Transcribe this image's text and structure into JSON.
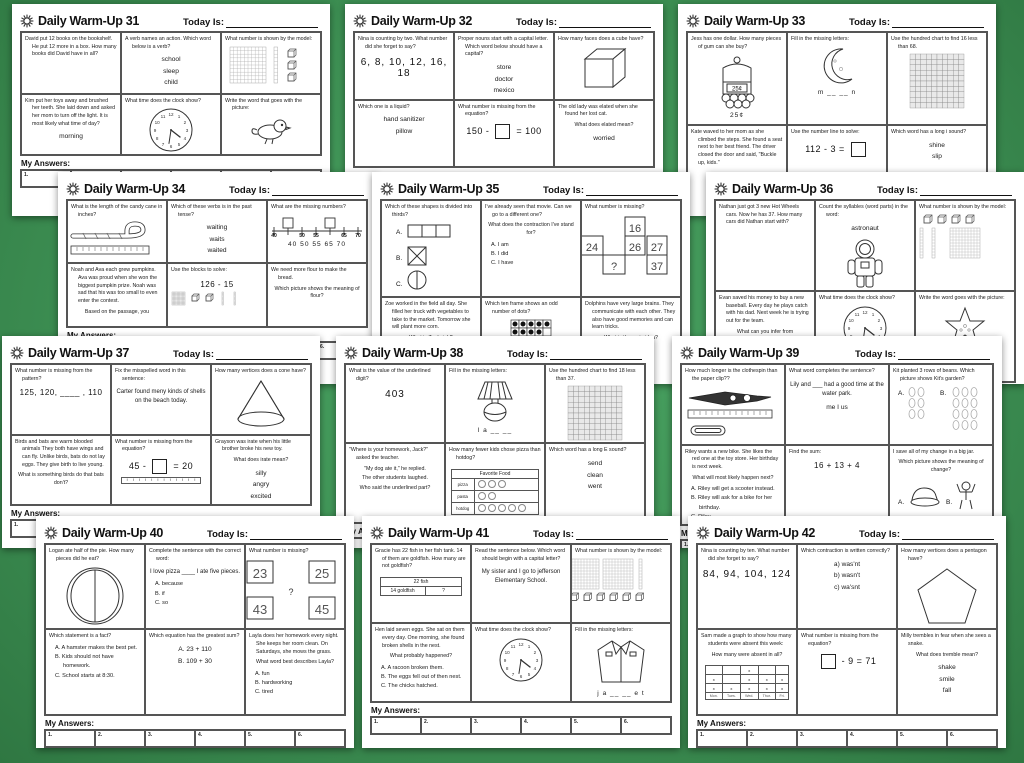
{
  "background_color": "#3e9154",
  "sheet_common": {
    "today_label": "Today Is:",
    "answers_label": "My Answers:",
    "answer_numbers": [
      "1.",
      "2.",
      "3.",
      "4.",
      "5.",
      "6."
    ],
    "sun_icon": "sun-icon"
  },
  "sheets": [
    {
      "id": "warmup-31",
      "title": "Daily Warm-Up 31",
      "questions": [
        {
          "n": "1.",
          "text": "David put 12 books on the bookshelf. He put 12 more in a box. How many books did David have in all?",
          "art": "none"
        },
        {
          "n": "2.",
          "text": "A verb names an action. Which word below is a verb?",
          "choices": [
            "school",
            "sleep",
            "child"
          ]
        },
        {
          "n": "3.",
          "text": "What number is shown by the model:",
          "art": "base-ten-1hundred-1ten-3ones"
        },
        {
          "n": "4.",
          "text": "Kim put her toys away and brushed her teeth. She laid down and asked her mom to turn off the light. It is most likely what time of day?",
          "choices": [
            "morning"
          ]
        },
        {
          "n": "5.",
          "text": "What time does the clock show?",
          "art": "clock"
        },
        {
          "n": "6.",
          "text": "Write the word that goes with the picture:",
          "art": "bird"
        }
      ]
    },
    {
      "id": "warmup-32",
      "title": "Daily Warm-Up 32",
      "questions": [
        {
          "n": "1.",
          "text": "Nina is counting by two. What number did she forget to say?",
          "bignum": "6, 8, 10, 12, 16, 18"
        },
        {
          "n": "2.",
          "text": "Proper nouns start with a capital letter. Which word below should have a capital?",
          "choices": [
            "store",
            "doctor",
            "mexico"
          ]
        },
        {
          "n": "3.",
          "text": "How many faces does a cube have?",
          "art": "cube"
        },
        {
          "n": "4.",
          "text": "Which one is a liquid?",
          "choices": [
            "hand sanitizer",
            "pillow"
          ]
        },
        {
          "n": "5.",
          "text": "What number is missing from the equation?",
          "equation": "150 - □ = 100"
        },
        {
          "n": "6.",
          "text": "The old lady was elated when she found her lost cat.",
          "sub": "What does elated mean?",
          "choices": [
            "worried"
          ]
        }
      ]
    },
    {
      "id": "warmup-33",
      "title": "Daily Warm-Up 33",
      "questions": [
        {
          "n": "1.",
          "text": "Jess has one dollar. How many pieces of gum can she buy?",
          "art": "gumball-machine",
          "art_label": "25¢"
        },
        {
          "n": "2.",
          "text": "Fill in the missing letters:",
          "art": "moon",
          "art_label": "m __ __ n"
        },
        {
          "n": "3.",
          "text": "Use the hundred chart to find 16 less than 68.",
          "art": "hundred-chart"
        },
        {
          "n": "4.",
          "text": "Kate waved to her mom as she climbed the steps. She found a seat next to her best friend. The driver closed the door and said, \"Buckle up, kids.\""
        },
        {
          "n": "5.",
          "text": "Use the number line to solve:",
          "equation": "112 - 3 = □"
        },
        {
          "n": "6.",
          "text": "Which word has a long i sound?",
          "choices": [
            "shine",
            "slip"
          ]
        }
      ]
    },
    {
      "id": "warmup-34",
      "title": "Daily Warm-Up 34",
      "questions": [
        {
          "n": "1.",
          "text": "What is the length of the candy cane in inches?",
          "art": "candy-cane-ruler"
        },
        {
          "n": "2.",
          "text": "Which of these verbs is in the past tense?",
          "choices": [
            "waiting",
            "waits",
            "waited"
          ]
        },
        {
          "n": "3.",
          "text": "What are the missing numbers?",
          "art": "number-line-45-70",
          "art_label": "40  50  55  65  70"
        },
        {
          "n": "4.",
          "text": "Noah and Ava each grew pumpkins. Ava was proud when she won the biggest pumpkin prize. Noah was sad that his was too small to even enter the contest.",
          "sub": "Based on the passage, you"
        },
        {
          "n": "5.",
          "text": "Use the blocks to solve:",
          "midnum": "126 - 15",
          "art": "base-ten-blocks"
        },
        {
          "n": "6.",
          "text": "We need more flour to make the bread.",
          "sub": "Which picture shows the meaning of flour?"
        }
      ]
    },
    {
      "id": "warmup-35",
      "title": "Daily Warm-Up 35",
      "questions": [
        {
          "n": "1.",
          "text": "Which of these shapes is divided into thirds?",
          "art": "shape-thirds-abc"
        },
        {
          "n": "2.",
          "text": "I've already seen that movie. Can we go to a different one?",
          "sub": "What does the contraction I've stand for?",
          "choices_l": [
            "A. I am",
            "B. I did",
            "C. I have"
          ]
        },
        {
          "n": "3.",
          "text": "What number is missing?",
          "art": "number-puzzle-24-16-26-27-37"
        },
        {
          "n": "4.",
          "text": "Zoe worked in the field all day. She filled her truck with vegetables to take to the market. Tomorrow she will plant more corn.",
          "sub": "What is Zoe's job?"
        },
        {
          "n": "5.",
          "text": "Which ten frame shows an odd number of dots?",
          "art": "ten-frame-9dots",
          "art_label": "A."
        },
        {
          "n": "6.",
          "text": "Dolphins have very large brains. They communicate with each other. They also have good memories and can learn tricks.",
          "sub": "What is the main idea?"
        }
      ]
    },
    {
      "id": "warmup-36",
      "title": "Daily Warm-Up 36",
      "questions": [
        {
          "n": "1.",
          "text": "Nathan just got 3 new Hot Wheels cars. Now he has 37. How many cars did Nathan start with?"
        },
        {
          "n": "2.",
          "text": "Count the syllables (word parts) in the word:",
          "word": "astronaut",
          "art": "astronaut"
        },
        {
          "n": "3.",
          "text": "What number is shown by the model:",
          "art": "base-ten-2tens-1hundred-4ones"
        },
        {
          "n": "4.",
          "text": "Evan saved his money to buy a new baseball. Every day he plays catch with his dad. Next week he is trying out for the team.",
          "sub": "What can you infer from"
        },
        {
          "n": "5.",
          "text": "What time does the clock show?",
          "art": "clock"
        },
        {
          "n": "6.",
          "text": "Write the word goes with the picture:",
          "art": "star"
        }
      ]
    },
    {
      "id": "warmup-37",
      "title": "Daily Warm-Up 37",
      "questions": [
        {
          "n": "1.",
          "text": "What number is missing from the pattern?",
          "midnum": "125, 120, ____ , 110"
        },
        {
          "n": "2.",
          "text": "Fix the misspelled word in this sentence:",
          "sentence": "Carter found meny kinds of shells on the beach today."
        },
        {
          "n": "3.",
          "text": "How many vertices does a cone have?",
          "art": "cone"
        },
        {
          "n": "4.",
          "text": "Birds and bats are warm blooded animals They both have wings and can fly. Unlike birds, bats do not lay eggs. They give birth to live young.",
          "sub": "What is something birds do that bats don't?"
        },
        {
          "n": "5.",
          "text": "What number is missing from the equation?",
          "equation": "45 - □ = 20",
          "art": "ruler"
        },
        {
          "n": "6.",
          "text": "Grayson was irate when his little brother broke his new toy.",
          "sub": "What does irate mean?",
          "choices": [
            "silly",
            "angry",
            "excited"
          ]
        }
      ]
    },
    {
      "id": "warmup-38",
      "title": "Daily Warm-Up 38",
      "questions": [
        {
          "n": "1.",
          "text": "What is the value of the underlined digit?",
          "bignum": "403"
        },
        {
          "n": "2.",
          "text": "Fill in the missing letters:",
          "art": "lamp",
          "art_label": "l a __ __"
        },
        {
          "n": "3.",
          "text": "Use the hundred chart to find 18 less than 37.",
          "art": "hundred-chart"
        },
        {
          "n": "4.",
          "text": "\"Where is your homework, Jack?\" asked the teacher.",
          "sub": "\"My dog ate it,\" he replied.",
          "sub2": "The other students laughed.",
          "sub3": "Who said the underlined part?"
        },
        {
          "n": "5.",
          "text": "How many fewer kids chose pizza than hotdog?",
          "art": "favorite-food-table",
          "table_title": "Favorite Food",
          "table_rows": [
            [
              "pizza",
              3
            ],
            [
              "pasta",
              2
            ],
            [
              "hotdog",
              5
            ]
          ]
        },
        {
          "n": "6.",
          "text": "Which word has a long E sound?",
          "choices": [
            "send",
            "clean",
            "went"
          ]
        }
      ]
    },
    {
      "id": "warmup-39",
      "title": "Daily Warm-Up 39",
      "questions": [
        {
          "n": "1.",
          "text": "How much longer is the clothespin than the paper clip??",
          "art": "clothespin-ruler-clip"
        },
        {
          "n": "2.",
          "text": "What word completes the sentence?",
          "sentence": "Lily and ___ had a good time at the water park.",
          "choices": [
            "me     I     us"
          ]
        },
        {
          "n": "3.",
          "text": "Kit planted 3 rows of beans. Which picture shows Kit's garden?",
          "art": "bean-rows-ab"
        },
        {
          "n": "4.",
          "text": "Riley wants a new bike. She likes the red one at the toy store. Her birthday is next week.",
          "sub": "What will most likely happen next?",
          "choices_l": [
            "A.  Riley will get a scooter instead.",
            "B.  Riley will ask for a bike for her birthday.",
            "C.  Riley"
          ]
        },
        {
          "n": "5.",
          "text": "Find the sum:",
          "midnum": "16 + 13 + 4"
        },
        {
          "n": "6.",
          "text": "I save all of my change in a big jar.",
          "sub": "Which picture shows the meaning of change?",
          "art": "change-ab"
        }
      ]
    },
    {
      "id": "warmup-40",
      "title": "Daily Warm-Up 40",
      "questions": [
        {
          "n": "1.",
          "text": "Logan ate half of the pie. How many pieces did he eat?",
          "art": "pie-half"
        },
        {
          "n": "2.",
          "text": "Complete the sentence with the correct word:",
          "sentence": "I love pizza ____ I ate five pieces.",
          "choices_l": [
            "A. because",
            "B. if",
            "C. so"
          ]
        },
        {
          "n": "3.",
          "text": "What number is missing?",
          "art": "number-puzzle-23-25-43-45"
        },
        {
          "n": "4.",
          "text": "Which statement is a fact?",
          "choices_l": [
            "A.  A hamster makes the best pet.",
            "B.  Kids should not have homework.",
            "C.  School starts at 8:30."
          ]
        },
        {
          "n": "5.",
          "text": "Which equation has the greatest sum?",
          "choices": [
            "A.  23 + 110",
            "B.  109 + 30"
          ]
        },
        {
          "n": "6.",
          "text": "Layla does her homework every night. She keeps her room clean. On Saturdays, she mows the grass.",
          "sub": "What word best describes Layla?",
          "choices_l": [
            "A.   fun",
            "B.   hardworking",
            "C.   tired"
          ]
        }
      ]
    },
    {
      "id": "warmup-41",
      "title": "Daily Warm-Up 41",
      "questions": [
        {
          "n": "1.",
          "text": "Gracie has 22 fish in her fish tank. 14 of them are goldfish. How many are not goldfish?",
          "art": "bar-model",
          "bar_top": "22 fish",
          "bar_left": "14 goldfish",
          "bar_right": "?"
        },
        {
          "n": "2.",
          "text": "Read the sentence below. Which word should begin with a capital letter?",
          "sentence": "My sister and I go to jefferson Elementary School."
        },
        {
          "n": "3.",
          "text": "What number is shown by the model:",
          "art": "base-ten-2hundreds-1ten-6ones"
        },
        {
          "n": "4.",
          "text": "Hen laid seven eggs. She sat on them every day. One morning, she found broken shells in the nest.",
          "sub": "What probably happened?",
          "choices_l": [
            "A.  A racoon broken them.",
            "B.  The eggs fell out of then nest.",
            "C.  The chicks hatched."
          ]
        },
        {
          "n": "5.",
          "text": "What time does the clock show?",
          "art": "clock"
        },
        {
          "n": "6.",
          "text": "Fill in the missing letters:",
          "art": "jacket",
          "art_label": "j a __ __ e t"
        }
      ]
    },
    {
      "id": "warmup-42",
      "title": "Daily Warm-Up 42",
      "questions": [
        {
          "n": "1.",
          "text": "Nina is counting by ten. What number did she forget to say?",
          "bignum": "84, 94, 104, 124"
        },
        {
          "n": "2.",
          "text": "Which contraction is written correctly?",
          "choices": [
            "a)  was'nt",
            "b)  wasn't",
            "c)  wa'snt"
          ]
        },
        {
          "n": "3.",
          "text": "How many vertices does a pentagon have?",
          "art": "pentagon"
        },
        {
          "n": "4.",
          "text": "Sam made a graph to show how many students were absent this week:",
          "art": "absent-graph",
          "graph_days": [
            "Mon.",
            "Tues.",
            "Wed.",
            "Thur.",
            "Fri."
          ],
          "graph_values": [
            2,
            1,
            3,
            2,
            2
          ],
          "sub": "How many were absent in all?"
        },
        {
          "n": "5.",
          "text": "What number is missing from the equation?",
          "equation": "□ - 9 = 71"
        },
        {
          "n": "6.",
          "text": "Milly trembles in fear when she sees a snake.",
          "sub": "What does tremble mean?",
          "choices": [
            "shake",
            "smile",
            "fall"
          ]
        }
      ]
    }
  ]
}
